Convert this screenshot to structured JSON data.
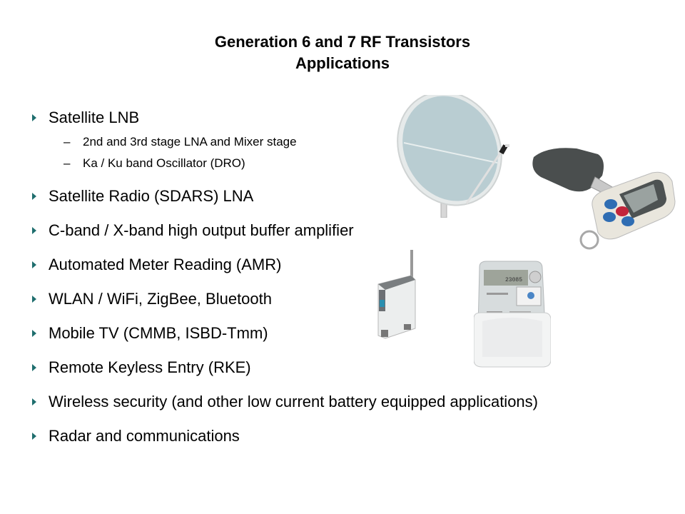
{
  "slide": {
    "title_line1": "Generation 6 and 7 RF Transistors",
    "title_line2": "Applications",
    "bullet_color": "#1f6e6e",
    "items": [
      {
        "label": "Satellite LNB",
        "subitems": [
          {
            "dash": "–",
            "label": "2nd and 3rd stage LNA and Mixer stage"
          },
          {
            "dash": "–",
            "label": "Ka / Ku band Oscillator (DRO)"
          }
        ]
      },
      {
        "label": "Satellite Radio (SDARS) LNA"
      },
      {
        "label": "C-band / X-band high output buffer amplifier"
      },
      {
        "label": "Automated Meter Reading (AMR)"
      },
      {
        "label": "WLAN / WiFi, ZigBee, Bluetooth"
      },
      {
        "label": "Mobile TV (CMMB, ISBD-Tmm)"
      },
      {
        "label": "Remote Keyless Entry (RKE)"
      },
      {
        "label": "Wireless security (and other low current battery equipped applications)"
      },
      {
        "label": "Radar and communications"
      }
    ],
    "images": [
      {
        "name": "satellite-dish-image"
      },
      {
        "name": "car-key-remote-image"
      },
      {
        "name": "wireless-router-image"
      },
      {
        "name": "electricity-meter-image"
      }
    ]
  }
}
